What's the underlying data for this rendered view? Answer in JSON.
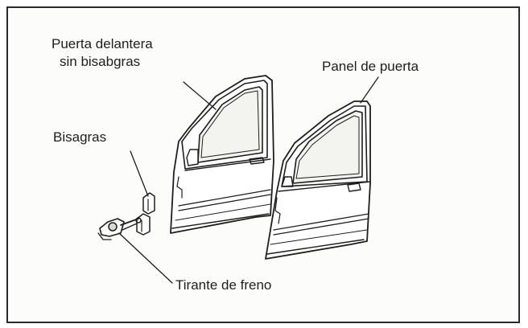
{
  "labels": {
    "front_door_line1": "Puerta delantera",
    "front_door_line2": "sin bisabgras",
    "door_panel": "Panel de puerta",
    "hinges": "Bisagras",
    "check_strap": "Tirante de freno"
  },
  "colors": {
    "ink": "#1e1e1e",
    "frame": "#2a2a2a",
    "background": "#fcfcfa"
  },
  "icons": [
    "front-door-drawing",
    "door-panel-drawing",
    "hinge-icon",
    "check-strap-icon"
  ]
}
